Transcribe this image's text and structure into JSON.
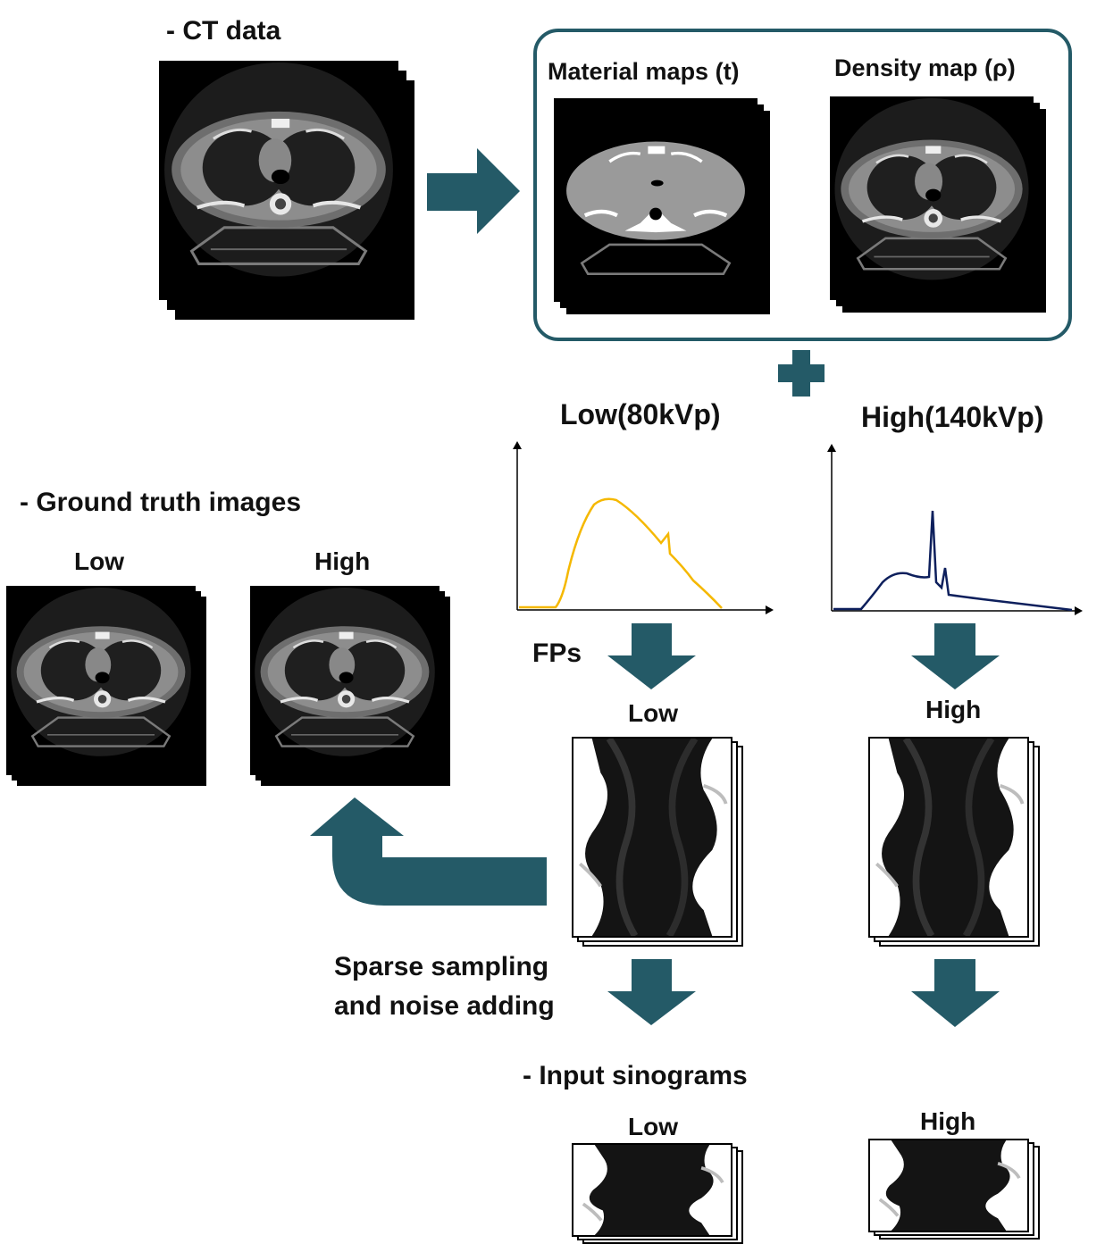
{
  "labels": {
    "ct_data": "- CT data",
    "material_maps": "Material maps (t)",
    "density_map": "Density map (ρ)",
    "low_kvp": "Low(80kVp)",
    "high_kvp": "High(140kVp)",
    "ground_truth": "- Ground truth images",
    "gt_low": "Low",
    "gt_high": "High",
    "fps": "FPs",
    "sino_low": "Low",
    "sino_high": "High",
    "sparse_line1": "Sparse sampling",
    "sparse_line2": "and noise adding",
    "input_sinograms": "- Input sinograms",
    "input_low": "Low",
    "input_high": "High"
  },
  "colors": {
    "arrow": "#245a67",
    "low_spectrum": "#f5b800",
    "high_spectrum": "#0d1f5c",
    "box_border": "#245a67"
  },
  "icons": [
    "right-arrow-icon",
    "plus-icon",
    "down-arrow-icon",
    "curved-return-arrow-icon"
  ]
}
